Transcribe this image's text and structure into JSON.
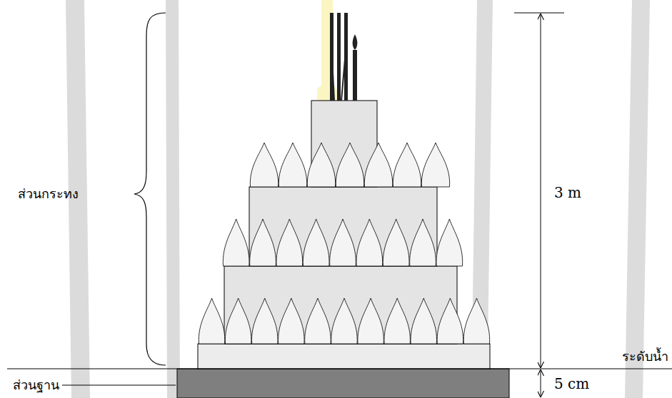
{
  "diagram": {
    "labels": [
      "ส่วนกระทง",
      "3 m",
      "ระดับน้ำ",
      "ส่วนฐาน",
      "5 cm"
    ]
  }
}
